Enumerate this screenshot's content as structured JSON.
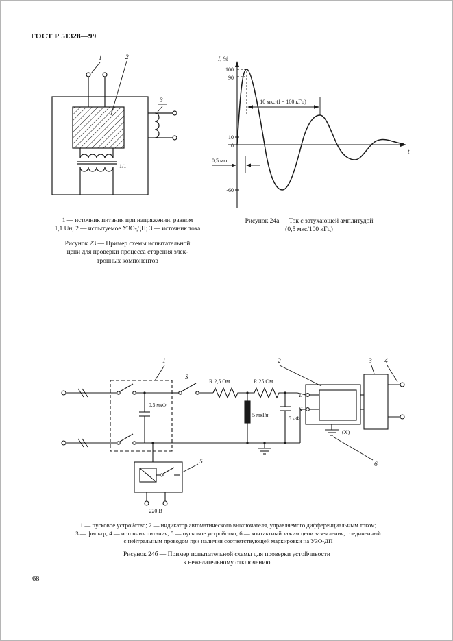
{
  "page": {
    "header": "ГОСТ Р 51328—99",
    "page_number": "68"
  },
  "fig23": {
    "callouts": {
      "n1": "1",
      "n2": "2",
      "n3": "3",
      "ratio": "1/1"
    },
    "legend_lines": [
      "1 — источник питания при напряжении, равном",
      "1,1 Uн;  2 — испытуемое УЗО-ДП;  3 — источник тока"
    ],
    "caption_lines": [
      "Рисунок 23 — Пример схемы испытательной",
      "цепи для проверки процесса старения элек-",
      "тронных компонентов"
    ]
  },
  "fig24a": {
    "y_axis_label": "I, %",
    "x_axis_label": "t",
    "ticks": {
      "t100": "100",
      "t90": "90",
      "t10": "10",
      "t0": "0",
      "tm60": "-60"
    },
    "annotations": {
      "period": "10 мкс (f = 100 кГц)",
      "rise": "0,5 мкс"
    },
    "caption_lines": [
      "Рисунок 24а — Ток с затухающей амплитудой",
      "(0,5 мкс/100 кГц)"
    ]
  },
  "fig24b": {
    "callouts": {
      "n1": "1",
      "n2": "2",
      "n3": "3",
      "n4": "4",
      "n5": "5",
      "n6": "6"
    },
    "components": {
      "switch": "S",
      "r1": "R 2,5 Ом",
      "r2": "R 25 Ом",
      "c1": "0,5 мкФ",
      "l1": "5 мкГн",
      "c2": "5 нФ",
      "term_l": "L",
      "term_n": "N",
      "x_mark": "(X)",
      "supply": "220 В"
    },
    "legend_lines": [
      "1 — пусковое устройство; 2 — индикатор автоматического выключателя, управляемого дифференциальным током;",
      "3 — фильтр; 4 — источник питания; 5 — пусковое устройство; 6 — контактный зажим цепи заземления, соединенный",
      "с нейтральным проводом при наличии соответствующей маркировки на УЗО-ДП"
    ],
    "caption_lines": [
      "Рисунок 24б — Пример испытательной схемы для проверки устойчивости",
      "к нежелательному отключению"
    ]
  }
}
